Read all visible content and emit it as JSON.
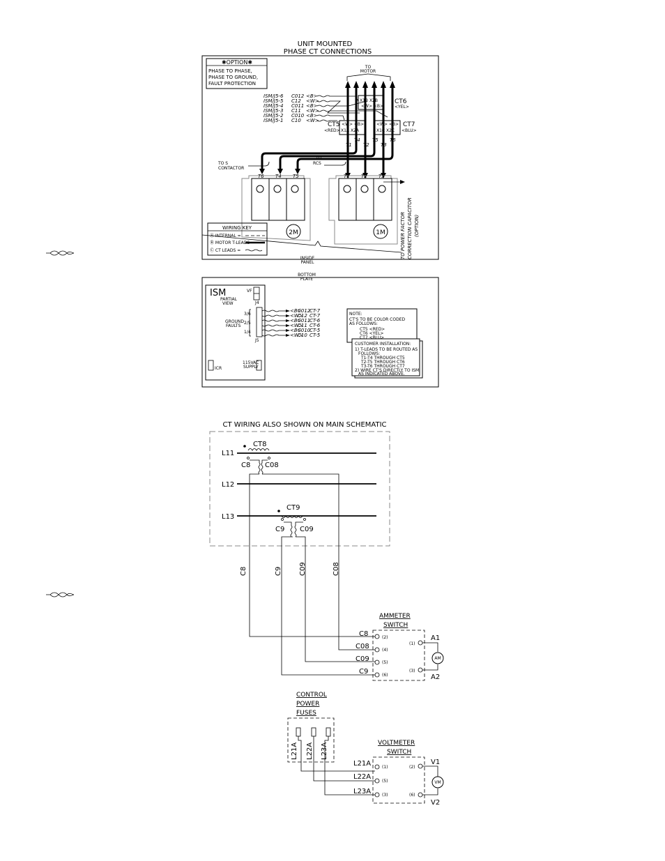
{
  "top_diagram": {
    "title_line1": "UNIT MOUNTED",
    "title_line2": "PHASE CT CONNECTIONS",
    "option_box": {
      "header": "✱OPTION✱",
      "lines": [
        "PHASE TO PHASE,",
        "PHASE TO GROUND,",
        "FAULT PROTECTION"
      ]
    },
    "to_motor": [
      "TO",
      "MOTOR"
    ],
    "ism_leads": [
      {
        "pin": "ISM/J5-6",
        "wire": "C012",
        "color": "<B>"
      },
      {
        "pin": "ISM/J5-5",
        "wire": "C12",
        "color": "<W>"
      },
      {
        "pin": "ISM/J5-4",
        "wire": "C011",
        "color": "<B>"
      },
      {
        "pin": "ISM/J5-3",
        "wire": "C11",
        "color": "<W>"
      },
      {
        "pin": "ISM/J5-2",
        "wire": "C010",
        "color": "<B>"
      },
      {
        "pin": "ISM/J5-1",
        "wire": "C10",
        "color": "<W>"
      }
    ],
    "ct5": {
      "name": "CT5",
      "color": "<RED>",
      "leads": "<W>  <B>",
      "terms": "X1A X2A"
    },
    "ct6": {
      "name": "CT6",
      "color": "<YEL>",
      "terms": "X1B X2B",
      "leads": "<W>  <B>"
    },
    "ct7": {
      "name": "CT7",
      "color": "<BLU>",
      "leads": "<W>  <B>",
      "terms": "X1C X2C"
    },
    "t_labels_top": [
      "T4",
      "T5",
      "T6"
    ],
    "t_labels_mid": [
      "T1",
      "T2",
      "T3"
    ],
    "to_s_contactor": [
      "TO S",
      "CONTACTOR"
    ],
    "to_rcs": [
      "TO",
      "RCS"
    ],
    "contactor_2m": {
      "label": "2M",
      "terms": [
        "T6",
        "T4",
        "T5"
      ]
    },
    "contactor_1m": {
      "label": "1M",
      "terms": [
        "T1",
        "T2",
        "T3"
      ]
    },
    "to_pf_cap": [
      "TO POWER FACTOR",
      "CORRECTION CAPACITOR",
      "(OPTION)"
    ],
    "wiring_key": {
      "title": "WIRING KEY",
      "rows": [
        "Ⓐ INTERNAL =",
        "Ⓑ MOTOR T-LEADS =",
        "Ⓒ CT LEADS ="
      ]
    },
    "inside_panel": [
      "INSIDE",
      "PANEL"
    ]
  },
  "mid_diagram": {
    "bottom_plate": [
      "BOTTOM",
      "PLATE"
    ],
    "ism_title": "ISM",
    "ism_sub": [
      "PARTIAL",
      "VIEW"
    ],
    "vf_labels": [
      "VF",
      "J4"
    ],
    "ground_faults": [
      "GROUND",
      "FAULTS"
    ],
    "phase_labels": [
      "3/6",
      "2/5",
      "1/4"
    ],
    "j5_leads": [
      {
        "wire": "C012",
        "ct": "CT-7",
        "color": "<B>"
      },
      {
        "wire": "C12",
        "ct": "CT-7",
        "color": "<W>"
      },
      {
        "wire": "C011",
        "ct": "CT-6",
        "color": "<B>"
      },
      {
        "wire": "C11",
        "ct": "CT-6",
        "color": "<W>"
      },
      {
        "wire": "C010",
        "ct": "CT-5",
        "color": "<B>"
      },
      {
        "wire": "C10",
        "ct": "CT-5",
        "color": "<W>"
      }
    ],
    "supply": [
      "115VAC",
      "SUPPLY"
    ],
    "icr": "ICR",
    "note": {
      "title": "NOTE:",
      "lines": [
        "CT'S TO BE COLOR CODED",
        "AS FOLLOWS:",
        "CT5 <RED>",
        "CT6 <YEL>",
        "CT7 <BLU>"
      ]
    },
    "customer": {
      "title": "CUSTOMER INSTALLATION:",
      "lines": [
        "1) T-LEADS TO BE ROUTED AS",
        "FOLLOWS:",
        "T1-T4 THROUGH CT5",
        "T2-T5 THROUGH CT6",
        "T3-T6 THROUGH CT7",
        "2) WIRE CT'S DIRECTLY TO ISM",
        "AS INDICATED ABOVE."
      ]
    }
  },
  "bottom_diagram": {
    "title": "CT WIRING ALSO SHOWN ON MAIN SCHEMATIC",
    "lines": [
      "L11",
      "L12",
      "L13"
    ],
    "ct8": {
      "name": "CT8",
      "c": "C8",
      "co": "C08"
    },
    "ct9": {
      "name": "CT9",
      "c": "C9",
      "co": "C09"
    },
    "vertical_wires": [
      "C8",
      "C9",
      "C09",
      "C08"
    ],
    "ammeter": {
      "title": [
        "AMMETER",
        "SWITCH"
      ],
      "wires": [
        "C8",
        "C08",
        "C09",
        "C9"
      ],
      "left_terms": [
        "(2)",
        "(4)",
        "(5)",
        "(6)"
      ],
      "right_terms": [
        "(1)",
        "(3)"
      ],
      "outputs": [
        "A1",
        "A2"
      ],
      "meter": "AM"
    },
    "fuses": {
      "title": [
        "CONTROL",
        "POWER",
        "FUSES"
      ],
      "labels": [
        "L21A",
        "L22A",
        "L23A"
      ]
    },
    "voltmeter": {
      "title": [
        "VOLTMETER",
        "SWITCH"
      ],
      "wires": [
        "L21A",
        "L22A",
        "L23A"
      ],
      "left_terms": [
        "(1)",
        "(5)",
        "(3)"
      ],
      "right_terms": [
        "(2)",
        "(6)"
      ],
      "outputs": [
        "V1",
        "V2"
      ],
      "meter": "VM"
    }
  }
}
